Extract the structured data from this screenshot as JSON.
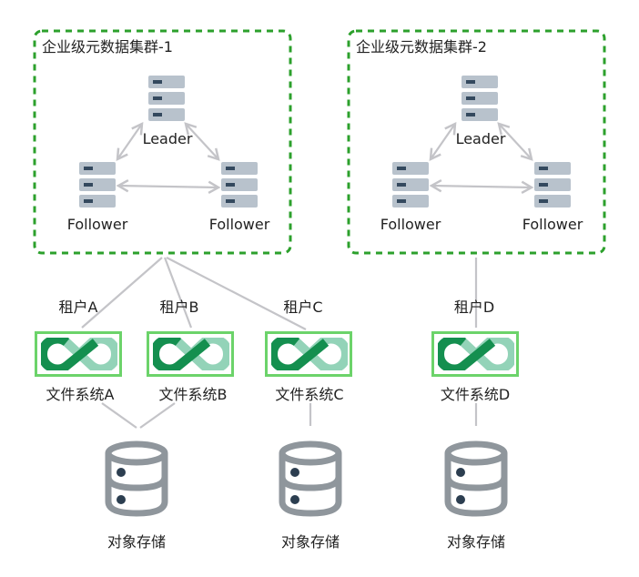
{
  "clusters": [
    {
      "title": "企业级元数据集群-1",
      "leader_label": "Leader",
      "follower_labels": [
        "Follower",
        "Follower"
      ]
    },
    {
      "title": "企业级元数据集群-2",
      "leader_label": "Leader",
      "follower_labels": [
        "Follower",
        "Follower"
      ]
    }
  ],
  "tenants": [
    {
      "label": "租户A",
      "filesystem": "文件系统A",
      "cluster": 1
    },
    {
      "label": "租户B",
      "filesystem": "文件系统B",
      "cluster": 1
    },
    {
      "label": "租户C",
      "filesystem": "文件系统C",
      "cluster": 1
    },
    {
      "label": "租户D",
      "filesystem": "文件系统D",
      "cluster": 2
    }
  ],
  "storages": [
    {
      "label": "对象存储",
      "serves": [
        "文件系统A",
        "文件系统B"
      ]
    },
    {
      "label": "对象存储",
      "serves": [
        "文件系统C"
      ]
    },
    {
      "label": "对象存储",
      "serves": [
        "文件系统D"
      ]
    }
  ],
  "colors": {
    "cluster_border": "#2ca02c",
    "fs_border": "#6cd36a",
    "logo_dark": "#148f4f",
    "logo_light": "#93d3b8",
    "server_body": "#b8c2cc",
    "server_slot": "#34495e",
    "connector": "#c4c4c8",
    "storage_stroke": "#8f969c",
    "storage_dot": "#2c3e50"
  }
}
